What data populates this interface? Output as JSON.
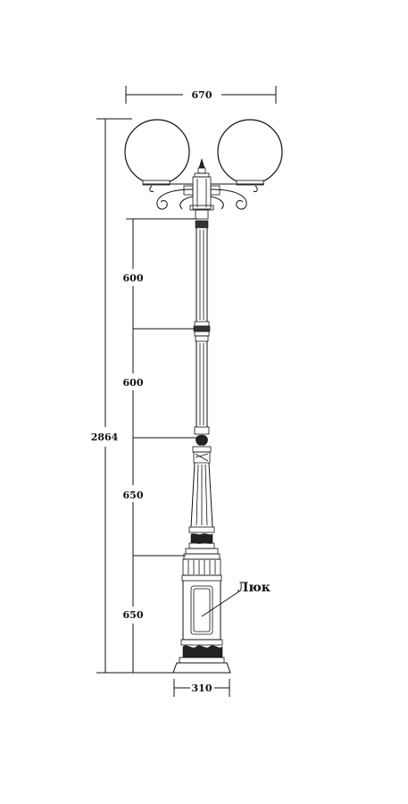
{
  "dimensions": {
    "width_top": "670",
    "height_total": "2864",
    "seg1": "600",
    "seg2": "600",
    "seg3": "650",
    "seg4": "650",
    "base_width": "310"
  },
  "callout": {
    "label": "Люк"
  }
}
